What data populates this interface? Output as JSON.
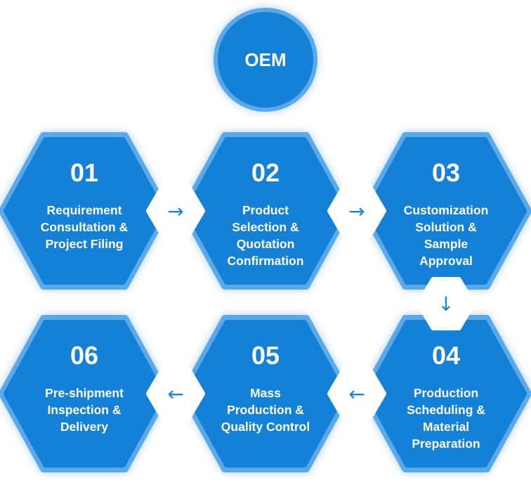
{
  "title": "OEM",
  "steps": [
    {
      "number": "01",
      "lines": [
        "Requirement",
        "Consultation &",
        "Project Filing"
      ]
    },
    {
      "number": "02",
      "lines": [
        "Product",
        "Selection &",
        "Quotation",
        "Confirmation"
      ]
    },
    {
      "number": "03",
      "lines": [
        "Customization",
        "Solution &",
        "Sample",
        "Approval"
      ]
    },
    {
      "number": "04",
      "lines": [
        "Production",
        "Scheduling &",
        "Material",
        "Preparation"
      ]
    },
    {
      "number": "05",
      "lines": [
        "Mass",
        "Production &",
        "Quality Control"
      ]
    },
    {
      "number": "06",
      "lines": [
        "Pre-shipment",
        "Inspection &",
        "Delivery"
      ]
    }
  ],
  "connectors": [
    {
      "icon": "arrow-right-icon",
      "glyph": "→"
    },
    {
      "icon": "arrow-right-icon",
      "glyph": "→"
    },
    {
      "icon": "arrow-down-icon",
      "glyph": "↓"
    },
    {
      "icon": "arrow-left-icon",
      "glyph": "←"
    },
    {
      "icon": "arrow-left-icon",
      "glyph": "←"
    }
  ],
  "colors": {
    "hex_fill": "#1480d6",
    "hex_border": "#5aa9ea",
    "arrow": "#1a86d8",
    "connector_bg": "#ffffff"
  }
}
